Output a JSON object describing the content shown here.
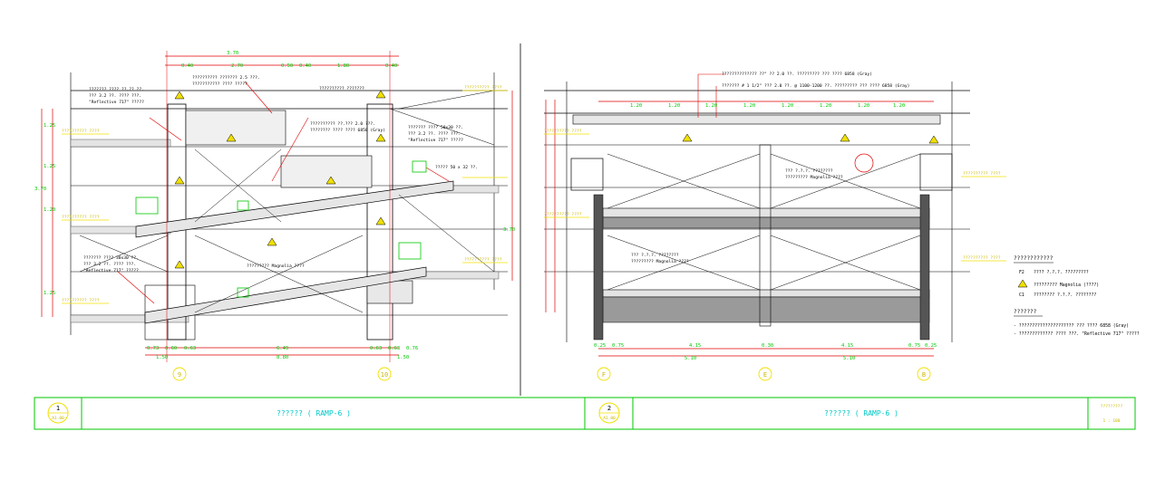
{
  "sheet": {
    "left_section": {
      "number": "1",
      "ref": "A1.00",
      "title": "?????? ( RAMP-6 )",
      "gridlines": [
        "9",
        "10"
      ],
      "bottom_dims": [
        "0.73",
        "0.60",
        "0.63",
        "6.49",
        "0.63",
        "0.63",
        "0.76",
        "1.50",
        "8.80",
        "1.50"
      ],
      "top_dims": [
        "3.70",
        "0.40",
        "2.70",
        "0.50",
        "0.40",
        "1.80",
        "0.40"
      ],
      "height_dims": [
        "1.25",
        "1.25",
        "3.70",
        "1.20",
        "1.25",
        "3.70"
      ],
      "notes": [
        "??????? ???? ??.?? ??.",
        "??? 3.2 ??. ???? ???.",
        "\"Reflective 717\" ?????",
        "?????????? ??????? 2.5 ???.",
        "??????????? ???? ?????",
        "?????????? ???????",
        "?????????? ??.??? 2.0 ???.",
        "???????? ???? ???? 6858 (Gray)",
        "??????? ???? 50x30 ??.",
        "??? 3.2 ??. ???? ???.",
        "\"Reflective 717\" ?????",
        "????? 50 x 32 ??.",
        "??????? ???? 30x30 ??.",
        "??? 3.2 ??. ???? ???.",
        "\"Reflective 717\" ?????",
        "????????? Magnolia ????"
      ],
      "levels": [
        "?????????? ????",
        "?????????? ????",
        "?????????? ????",
        "?????????? ????",
        "?????????? ????"
      ]
    },
    "right_section": {
      "number": "2",
      "ref": "A1.00",
      "title": "?????? ( RAMP-6 )",
      "gridlines": [
        "F",
        "E",
        "B"
      ],
      "bottom_dims": [
        "0.25",
        "0.75",
        "4.15",
        "0.30",
        "4.15",
        "0.75",
        "0.25",
        "5.10",
        "5.10"
      ],
      "top_dims": [
        "1.20",
        "1.20",
        "1.20",
        "1.20",
        "1.20",
        "1.20",
        "1.20",
        "1.20"
      ],
      "notes": [
        "?????????????? ??\" ?? 2.0 ??. ????????? ??? ???? 6858 (Gray)",
        "??????? # 1 1/2\" ??? 2.0 ??. @ 1100-1200 ??. ????????? ??? ???? 6858 (Gray)",
        "??? ?.?.?. ????????",
        "????????? Magnolia ????",
        "??? ?.?.?. ????????",
        "????????? Magnolia ????"
      ],
      "levels": [
        "?????????? ????",
        "?????????? ????",
        "?????????? ????",
        "?????????? ????"
      ]
    },
    "legend": {
      "title": "????????????",
      "items": [
        {
          "code": "F2",
          "text": "???? ?.?.?. ?????????"
        },
        {
          "code": "triangle",
          "text": "????????? Magnolia (????)"
        },
        {
          "code": "C1",
          "text": "???????? ?.?.?. ????????"
        }
      ],
      "notes_title": "???????",
      "notes": [
        "- ????????????????????? ??? ???? 6858 (Gray)",
        "- ????????????? ???? ???. \"Reflective 717\" ?????"
      ]
    },
    "scale_box": {
      "title": "?????????",
      "value": "1 : 100"
    },
    "colors": {
      "green": "#00c800",
      "cyan": "#00d4d4",
      "yellow": "#f0e000",
      "red": "#e00000",
      "black": "#000000",
      "gray": "#6a6a6a"
    }
  }
}
